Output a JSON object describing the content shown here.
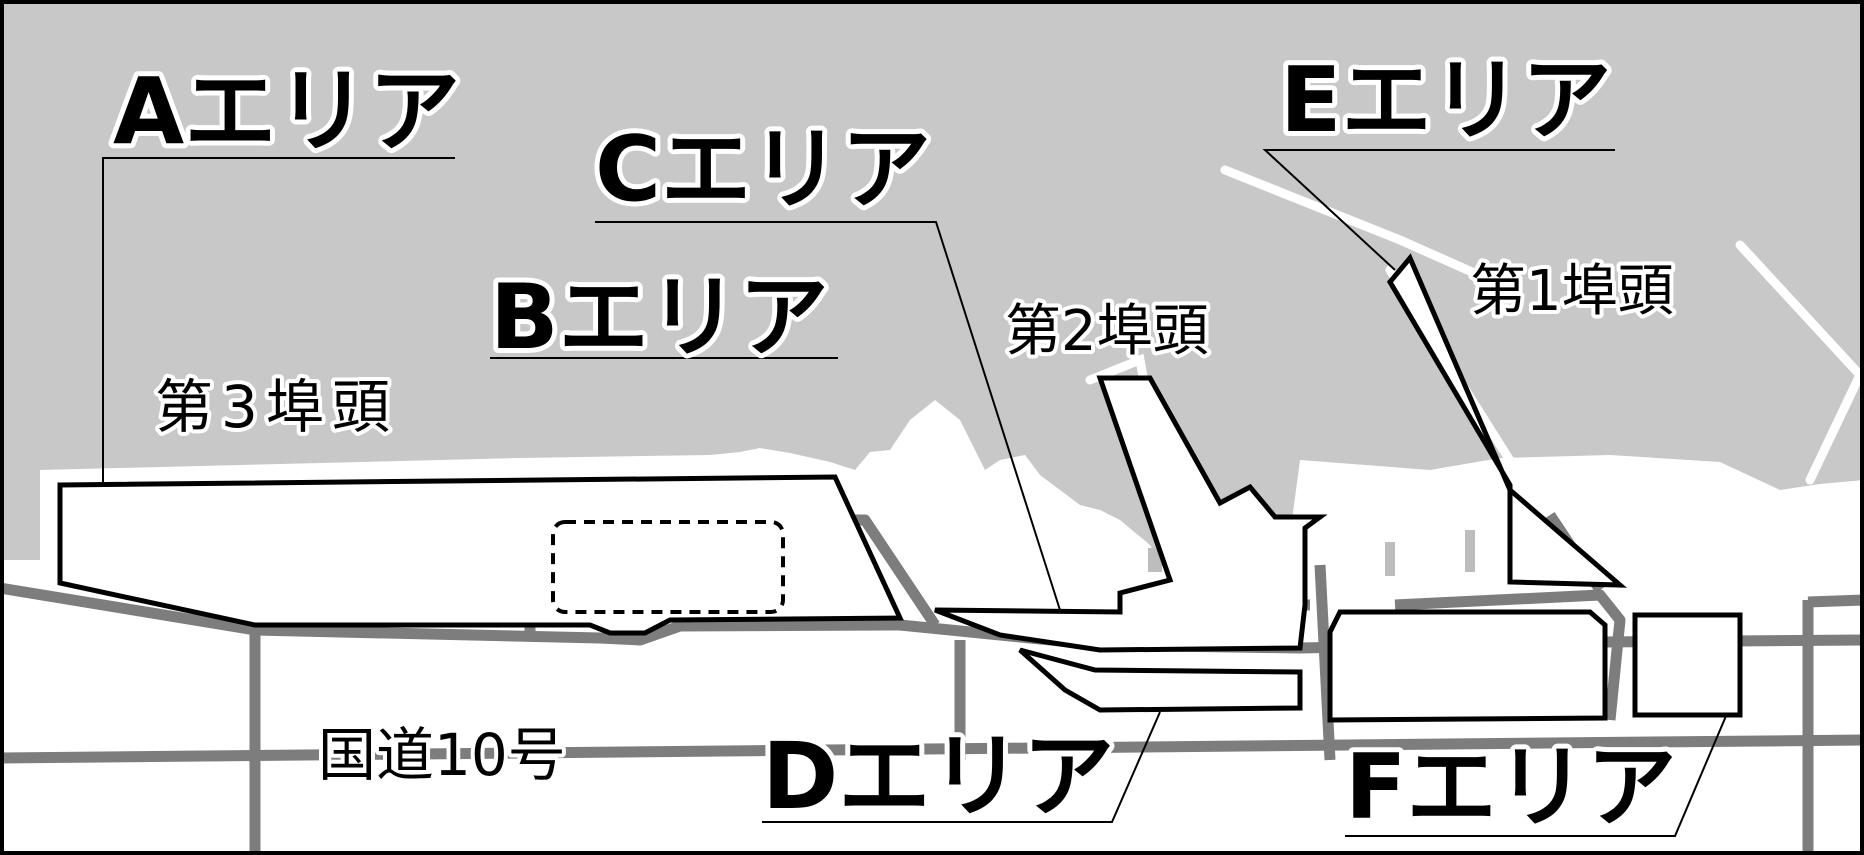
{
  "map": {
    "colors": {
      "sea": "#c8c8c8",
      "land": "#ffffff",
      "road": "#7d7d7d",
      "outline": "#000000",
      "coast_edge": "#ffffff"
    },
    "areas": [
      {
        "id": "A",
        "label": "Aエリア"
      },
      {
        "id": "B",
        "label": "Bエリア"
      },
      {
        "id": "C",
        "label": "Cエリア"
      },
      {
        "id": "D",
        "label": "Dエリア"
      },
      {
        "id": "E",
        "label": "Eエリア"
      },
      {
        "id": "F",
        "label": "Fエリア"
      }
    ],
    "piers": [
      {
        "label": "第1埠頭"
      },
      {
        "label": "第2埠頭"
      },
      {
        "label": "第3埠頭"
      }
    ],
    "roads": [
      {
        "label": "国道10号"
      }
    ]
  }
}
